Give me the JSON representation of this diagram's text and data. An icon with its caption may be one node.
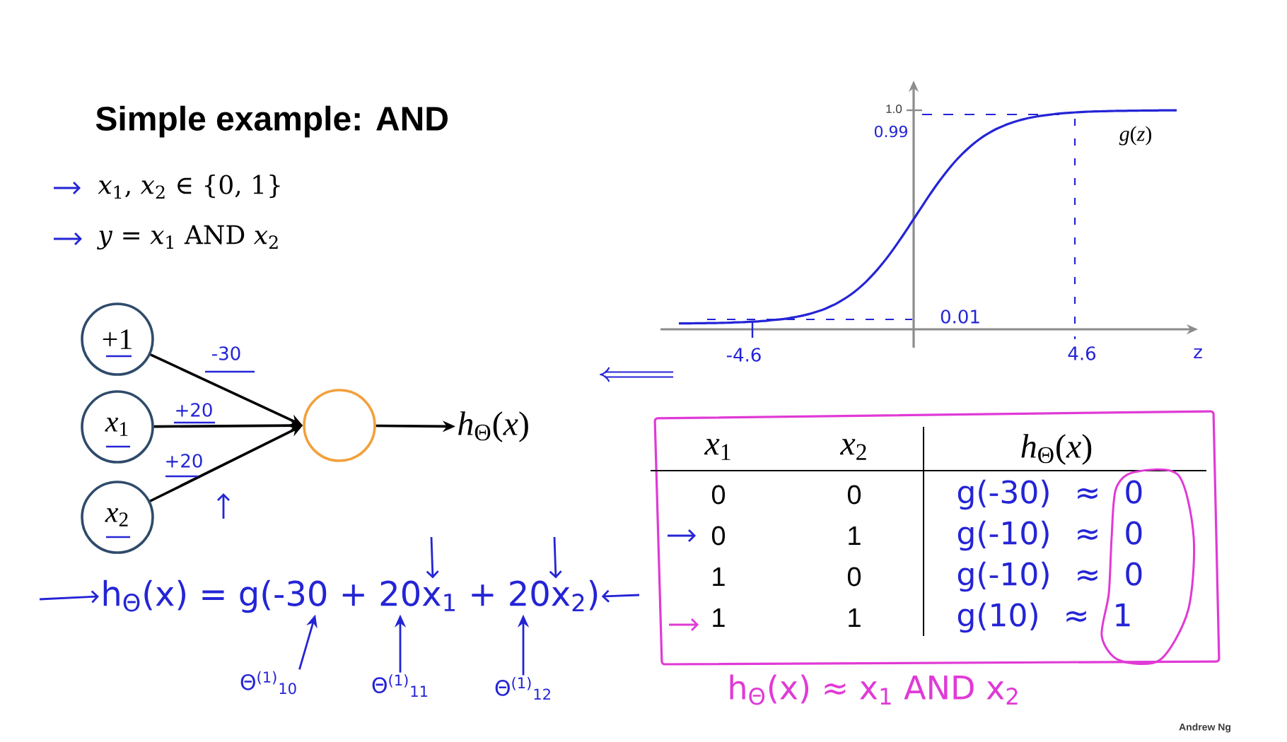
{
  "diagram": {
    "title": "Simple example: AND",
    "nodes": [
      {
        "text": [
          "+1"
        ]
      },
      {
        "text": [
          "*x*$_{1}$"
        ]
      },
      {
        "text": [
          "*x*$_{2}$"
        ]
      },
      {
        "text": [],
        "shape": "circle"
      },
      {
        "text": [
          "*h*$_{Θ}$(*x*)"
        ]
      },
      {
        "text": [
          "h$_{Θ}$(x) = g(-30 + 20x$_{1}$ + 20x$_{2}$)"
        ]
      },
      {
        "text": [
          "Θ$^{(1)}$$_{10}$"
        ]
      },
      {
        "text": [
          "Θ$^{(1)}$$_{11}$"
        ]
      },
      {
        "text": [
          "Θ$^{(1)}$$_{12}$"
        ]
      }
    ],
    "edges": [
      {
        "from": 0,
        "to": 3,
        "arrow": "to",
        "label": "-30",
        "color": "#000000"
      },
      {
        "from": 1,
        "to": 3,
        "arrow": "to",
        "label": "+20",
        "color": "#000000"
      },
      {
        "from": 2,
        "to": 3,
        "arrow": "to",
        "label": "+20",
        "color": "#000000"
      },
      {
        "from": 3,
        "to": 4,
        "arrow": "to",
        "color": "#000000"
      },
      {
        "from": 6,
        "to": 5,
        "arrow": "to"
      },
      {
        "from": 7,
        "to": 5,
        "arrow": "to"
      },
      {
        "from": 8,
        "to": 5,
        "arrow": "to"
      },
      {
        "from": null,
        "to": 5,
        "arrow": "to"
      },
      {
        "from": null,
        "to": 5,
        "arrow": "to"
      },
      {
        "from": null,
        "to": 5,
        "arrow": "to"
      },
      {
        "from": null,
        "to": 5,
        "arrow": "to"
      }
    ],
    "labels": [
      "*x*$_{1}$, *x*$_{2}$ ∈ {0, 1}",
      "*y* = *x*$_{1}$ AND *x*$_{2}$",
      "1.0",
      "0.99",
      "*g*(*z*)",
      "0.01",
      "-4.6",
      "4.6",
      "z",
      "*x*$_{1}$",
      "*x*$_{2}$",
      "*h*$_{Θ}$(*x*)",
      "0",
      "0",
      "g(-30) ≈ 0",
      "0",
      "1",
      "g(-10) ≈ 0",
      "1",
      "0",
      "g(-10) ≈ 0",
      "1",
      "1",
      "g(10) ≈ 1",
      "h$_{Θ}$(x) ≈ x$_{1}$ AND x$_{2}$",
      "Andrew Ng"
    ]
  }
}
